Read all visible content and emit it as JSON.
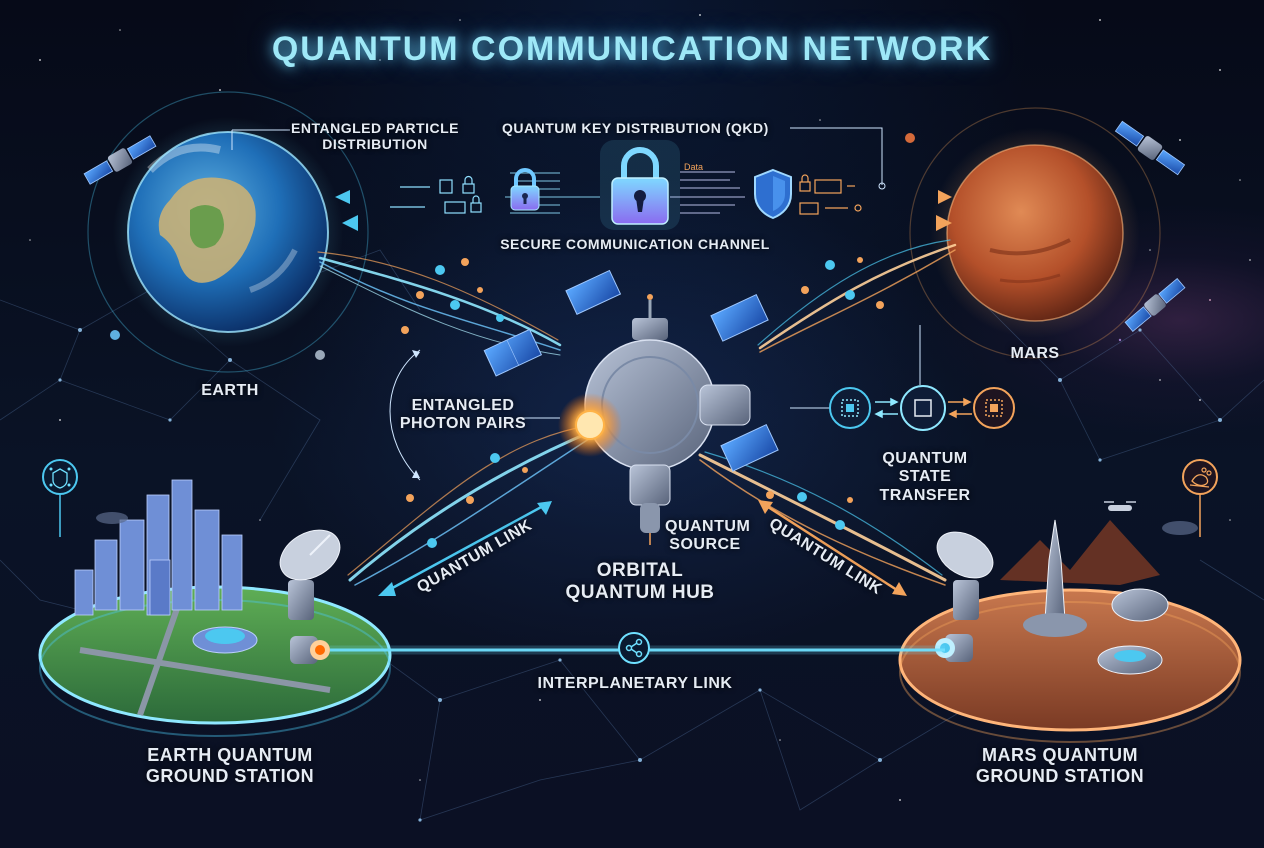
{
  "title": "QUANTUM COMMUNICATION NETWORK",
  "labels": {
    "entangled_particle_distribution": [
      "ENTANGLED PARTICLE",
      "DISTRIBUTION"
    ],
    "qkd": "QUANTUM KEY DISTRIBUTION (QKD)",
    "secure_channel": "SECURE COMMUNICATION CHANNEL",
    "data_tag": "Data",
    "earth": "EARTH",
    "mars": "MARS",
    "entangled_photon_pairs": [
      "ENTANGLED",
      "PHOTON PAIRS"
    ],
    "quantum_state_transfer": [
      "QUANTUM STATE",
      "TRANSFER"
    ],
    "quantum_source": [
      "QUANTUM",
      "SOURCE"
    ],
    "orbital_hub": [
      "ORBITAL",
      "QUANTUM HUB"
    ],
    "quantum_link_left": "QUANTUM LINK",
    "quantum_link_right": "QUANTUM LINK",
    "interplanetary_link": "INTERPLANETARY LINK",
    "earth_station": [
      "EARTH QUANTUM",
      "GROUND STATION"
    ],
    "mars_station": [
      "MARS QUANTUM",
      "GROUND STATION"
    ]
  },
  "icons": {
    "earth_station_badge": "circuit-shield-icon",
    "mars_station_badge": "drone-icon",
    "interplanetary_badge": "share-network-icon",
    "qkd_center": "padlock-icon",
    "qkd_left": "padlock-icon",
    "qkd_right": "shield-icon"
  },
  "colors": {
    "background": "#070b18",
    "title_cyan": "#9ee8f7",
    "earth_blue": "#4cc8f0",
    "mars_orange": "#f3a35b",
    "label_white": "#e6ecf4",
    "lock_purple": "#8a7bf0"
  }
}
